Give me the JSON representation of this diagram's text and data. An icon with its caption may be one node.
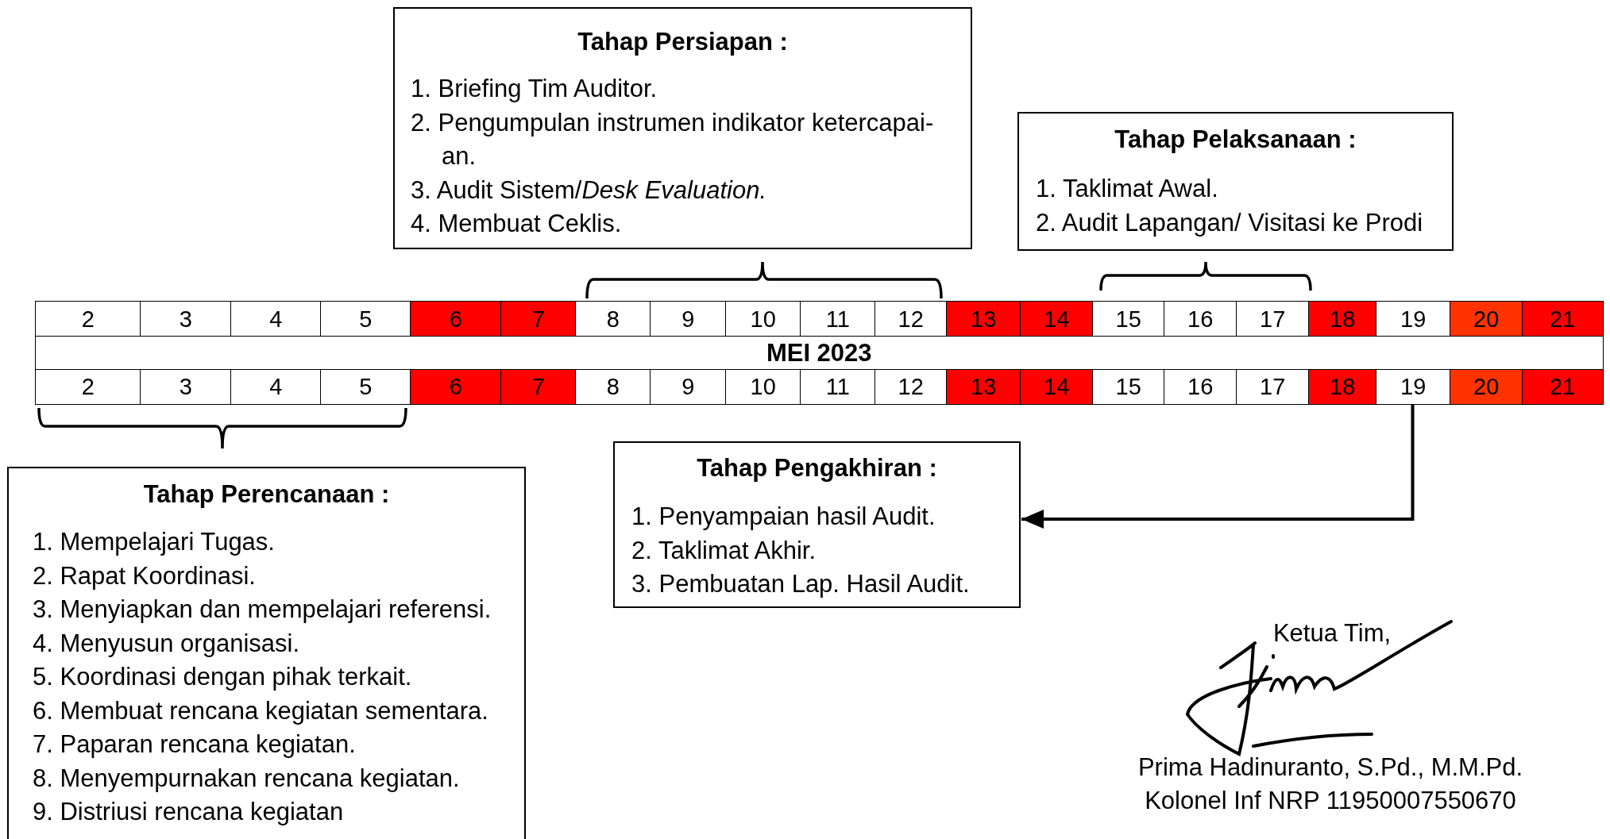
{
  "diagram": {
    "nodes": [
      {
        "text": [
          "Tahap Persiapan :",
          "1. Briefing Tim Auditor.",
          "2. Pengumpulan instrumen indikator ketercapai- an.",
          "3. Audit Sistem/*Desk Evaluation.*",
          "4. Membuat Ceklis."
        ]
      },
      {
        "text": [
          "Tahap Pelaksanaan :",
          "1. Taklimat Awal.",
          "2. Audit Lapangan/ Visitasi ke Prodi"
        ]
      },
      {
        "text": [
          "19"
        ]
      },
      {
        "text": [
          "Tahap Pengakhiran :",
          "1. Penyampaian hasil Audit.",
          "2. Taklimat Akhir.",
          "3. Pembuatan Lap. Hasil Audit."
        ]
      },
      {
        "text": [
          "Tahap Perencanaan :",
          "1. Mempelajari Tugas.",
          "2. Rapat Koordinasi.",
          "3. Menyiapkan dan mempelajari referensi.",
          "4. Menyusun organisasi.",
          "5. Koordinasi dengan pihak terkait.",
          "6. Membuat rencana kegiatan sementara.",
          "7. Paparan rencana kegiatan.",
          "8. Menyempurnakan rencana kegiatan.",
          "9. Distriusi rencana kegiatan"
        ]
      }
    ],
    "edges": [
      {
        "from": 2,
        "to": 3,
        "arrow": "to"
      }
    ],
    "labels": [
      "2",
      "3",
      "4",
      "5",
      "6",
      "7",
      "8",
      "9",
      "10",
      "11",
      "12",
      "13",
      "14",
      "15",
      "16",
      "17",
      "18",
      "19",
      "20",
      "21",
      "MEI 2023",
      "2",
      "3",
      "4",
      "5",
      "6",
      "7",
      "8",
      "9",
      "10",
      "11",
      "12",
      "13",
      "14",
      "15",
      "16",
      "17",
      "18",
      "20",
      "21",
      "Ketua Tim,",
      "Prima Hadinuranto, S.Pd., M.M.Pd.",
      "Kolonel Inf NRP 11950007550670"
    ]
  }
}
